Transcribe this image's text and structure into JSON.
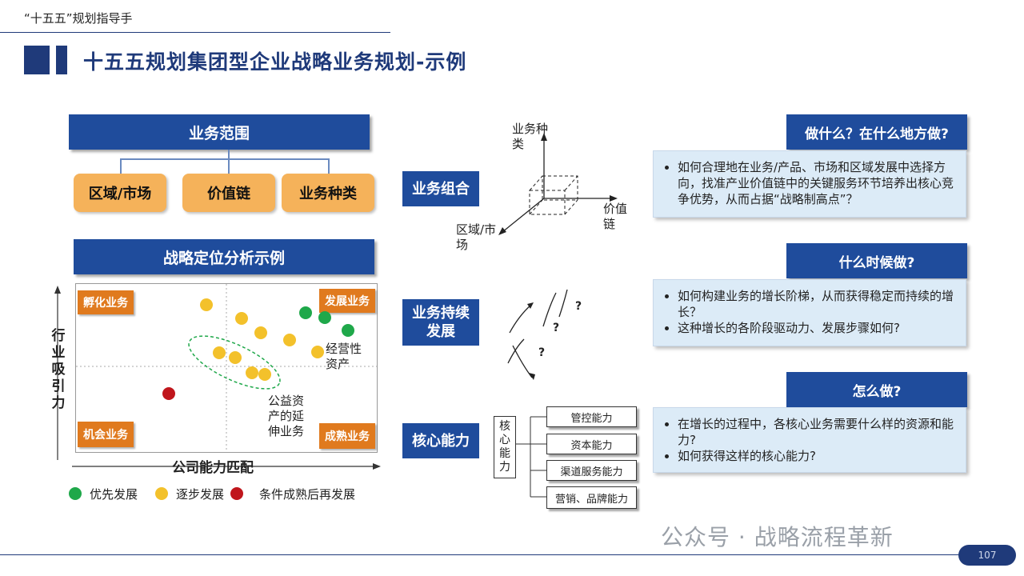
{
  "header": {
    "text": "“十五五”规划指导手"
  },
  "title": "十五五规划集团型企业战略业务规划-示例",
  "business_scope": {
    "label": "业务范围",
    "items": [
      "区域/市场",
      "价值链",
      "业务种类"
    ]
  },
  "positioning": {
    "label": "战略定位分析示例",
    "quadrants": {
      "top_left": "孵化业务",
      "top_right": "发展业务",
      "bottom_left": "机会业务",
      "bottom_right": "成熟业务"
    },
    "y_axis": "行业吸引力",
    "x_axis": "公司能力匹配",
    "annotation_right": [
      "经营性",
      "资产"
    ],
    "annotation_bottom": [
      "公益资",
      "产的延",
      "伸业务"
    ],
    "legend": [
      "优先发展",
      "逐步发展",
      "条件成熟后再发展"
    ],
    "colors": {
      "priority": "#1fa84a",
      "gradual": "#f3c12b",
      "conditional": "#c0161c"
    }
  },
  "middle": {
    "labels": [
      "业务组合",
      "业务持续发展",
      "核心能力"
    ],
    "axes": {
      "y": [
        "业务种",
        "类"
      ],
      "x": [
        "价值",
        "链"
      ],
      "z": [
        "区域/市",
        "场"
      ]
    },
    "question_mark": "?",
    "core_label": [
      "核",
      "心",
      "能",
      "力"
    ],
    "capabilities": [
      "管控能力",
      "资本能力",
      "渠道服务能力",
      "营销、品牌能力"
    ]
  },
  "questions": [
    {
      "head": "做什么？在什么地方做?",
      "points": [
        "如何合理地在业务/产品、市场和区域发展中选择方向，找准产业价值链中的关键服务环节培养出核心竞争优势，从而占据“战略制高点”？"
      ]
    },
    {
      "head": "什么时候做?",
      "points": [
        "如何构建业务的增长阶梯，从而获得稳定而持续的增长？",
        "这种增长的各阶段驱动力、发展步骤如何?"
      ]
    },
    {
      "head": "怎么做?",
      "points": [
        "在增长的过程中，各核心业务需要什么样的资源和能力?",
        "如何获得这样的核心能力?"
      ]
    }
  ],
  "footer": {
    "watermark": "公众号 · 战略流程革新",
    "page": "107"
  }
}
